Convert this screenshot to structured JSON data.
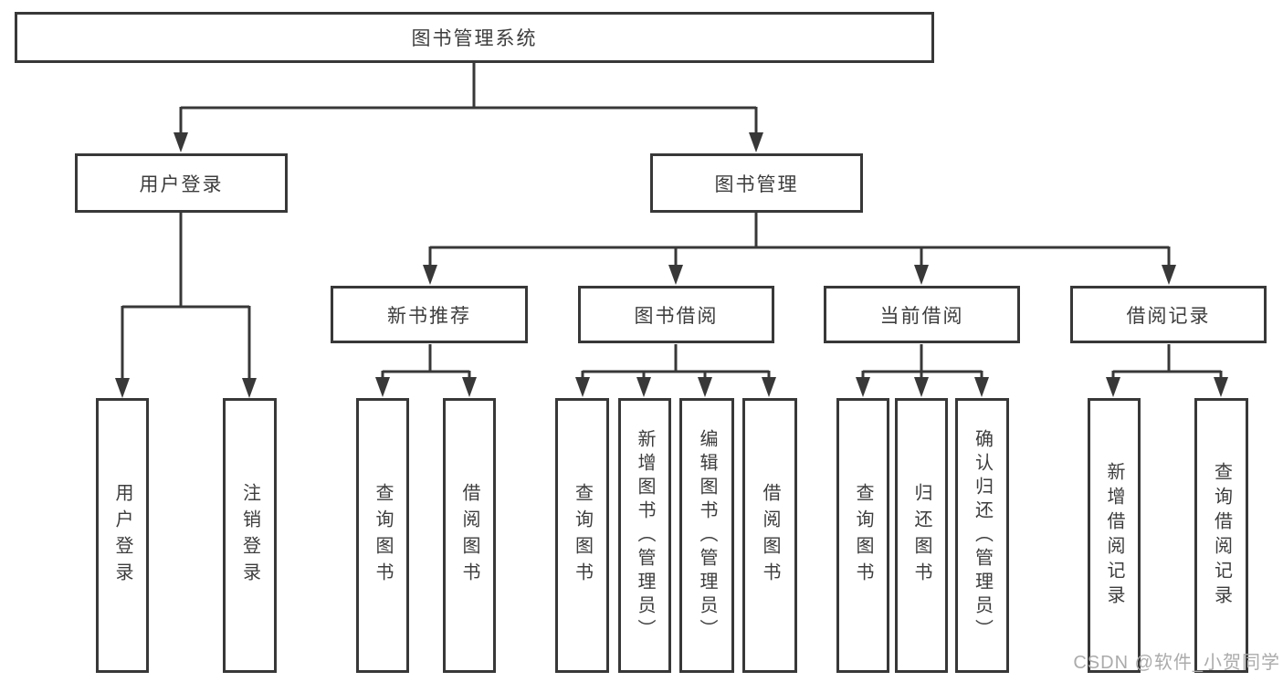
{
  "diagram": {
    "root": {
      "label": "图书管理系统"
    },
    "branches": [
      {
        "label": "用户登录",
        "children": [
          {
            "label": "用户登录"
          },
          {
            "label": "注销登录"
          }
        ]
      },
      {
        "label": "图书管理",
        "children": [
          {
            "label": "新书推荐",
            "children": [
              {
                "label": "查询图书"
              },
              {
                "label": "借阅图书"
              }
            ]
          },
          {
            "label": "图书借阅",
            "children": [
              {
                "label": "查询图书"
              },
              {
                "label": "新增图书（管理员）"
              },
              {
                "label": "编辑图书（管理员）"
              },
              {
                "label": "借阅图书"
              }
            ]
          },
          {
            "label": "当前借阅",
            "children": [
              {
                "label": "查询图书"
              },
              {
                "label": "归还图书"
              },
              {
                "label": "确认归还（管理员）"
              }
            ]
          },
          {
            "label": "借阅记录",
            "children": [
              {
                "label": "新增借阅记录"
              },
              {
                "label": "查询借阅记录"
              }
            ]
          }
        ]
      }
    ],
    "colors": {
      "line": "#383838",
      "text": "#3d3d3d",
      "background": "#ffffff",
      "watermark": "#ababab"
    }
  },
  "watermark": {
    "text": "CSDN @软件_小贺同学"
  }
}
